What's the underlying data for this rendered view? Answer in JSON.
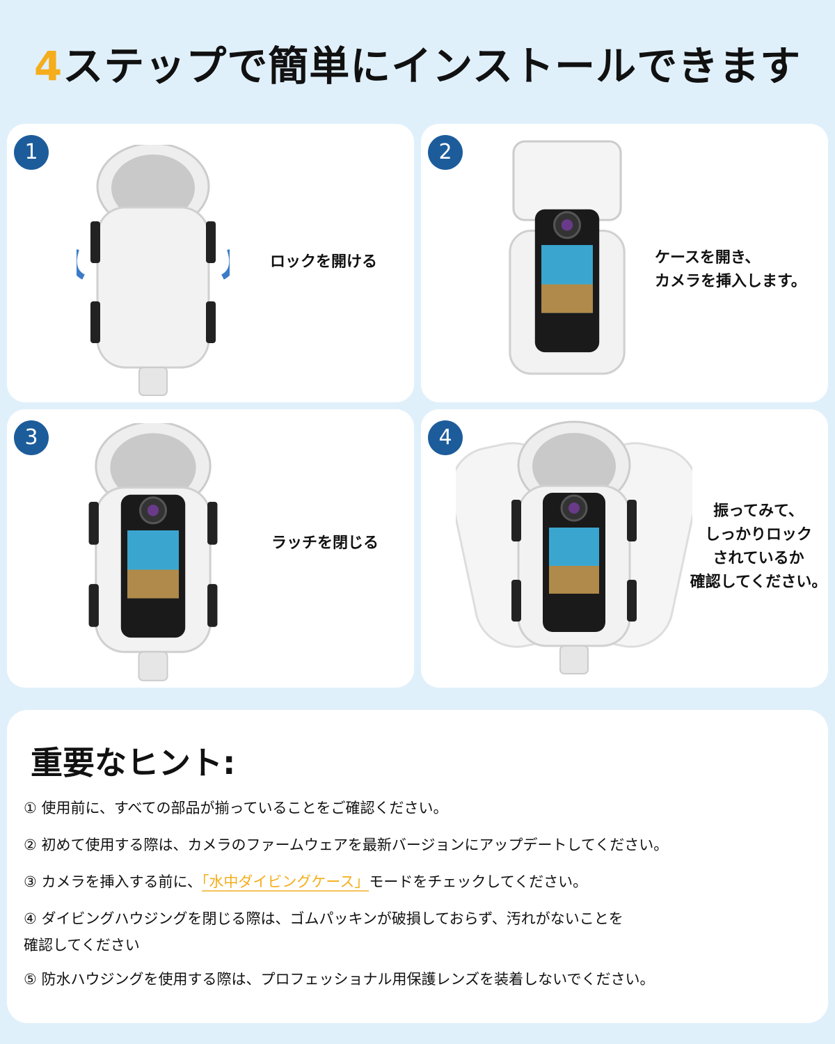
{
  "title": {
    "accent": "4",
    "rest": "ステップで簡単にインストールできます"
  },
  "steps": [
    {
      "number": "1",
      "caption": [
        "ロックを開ける"
      ]
    },
    {
      "number": "2",
      "caption": [
        "ケースを開き、",
        "カメラを挿入します。"
      ]
    },
    {
      "number": "3",
      "caption": [
        "ラッチを閉じる"
      ]
    },
    {
      "number": "4",
      "caption": [
        "振ってみて、",
        "しっかりロック",
        "されているか",
        "確認してください。"
      ]
    }
  ],
  "tips": {
    "title": "重要なヒント:",
    "items": [
      {
        "text": "① 使用前に、すべての部品が揃っていることをご確認ください。"
      },
      {
        "text": "② 初めて使用する際は、カメラのファームウェアを最新バージョンにアップデートしてください。"
      },
      {
        "pre": "③ カメラを挿入する前に、",
        "highlight": "「水中ダイビングケース」",
        "post": "モードをチェックしてください。"
      },
      {
        "line1": "④ ダイビングハウジングを閉じる際は、ゴムパッキンが破損しておらず、汚れがないことを",
        "line2": "確認してください"
      },
      {
        "text": "⑤ 防水ハウジングを使用する際は、プロフェッショナル用保護レンズを装着しないでください。"
      }
    ]
  },
  "colors": {
    "accent": "#f5ad1b",
    "badge": "#1d5c9b",
    "background": "#e0f0fb"
  }
}
